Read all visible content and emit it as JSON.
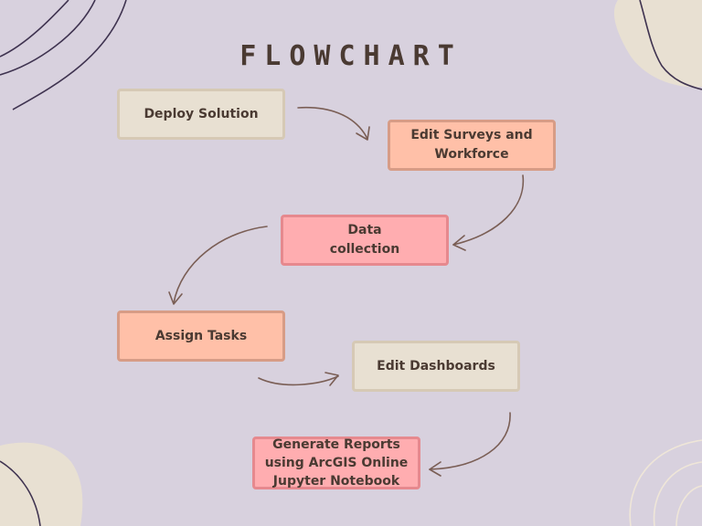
{
  "title": "FLOWCHART",
  "nodes": [
    {
      "id": "deploy",
      "label": "Deploy Solution"
    },
    {
      "id": "edit_surveys",
      "label": "Edit Surveys and\nWorkforce"
    },
    {
      "id": "data_collection",
      "label": "Data\ncollection"
    },
    {
      "id": "assign_tasks",
      "label": "Assign Tasks"
    },
    {
      "id": "edit_dashboards",
      "label": "Edit Dashboards"
    },
    {
      "id": "generate_reports",
      "label": "Generate Reports\nusing ArcGIS Online\nJupyter Notebook"
    }
  ],
  "edges": [
    {
      "from": "deploy",
      "to": "edit_surveys"
    },
    {
      "from": "edit_surveys",
      "to": "data_collection"
    },
    {
      "from": "data_collection",
      "to": "assign_tasks"
    },
    {
      "from": "assign_tasks",
      "to": "edit_dashboards"
    },
    {
      "from": "edit_dashboards",
      "to": "generate_reports"
    }
  ],
  "colors": {
    "background": "#d8d1de",
    "cream_fill": "#e8e0d2",
    "peach_fill": "#ffc0a8",
    "pink_fill": "#ffadb0",
    "text": "#4a3a32",
    "arrow": "#7a5e55"
  }
}
